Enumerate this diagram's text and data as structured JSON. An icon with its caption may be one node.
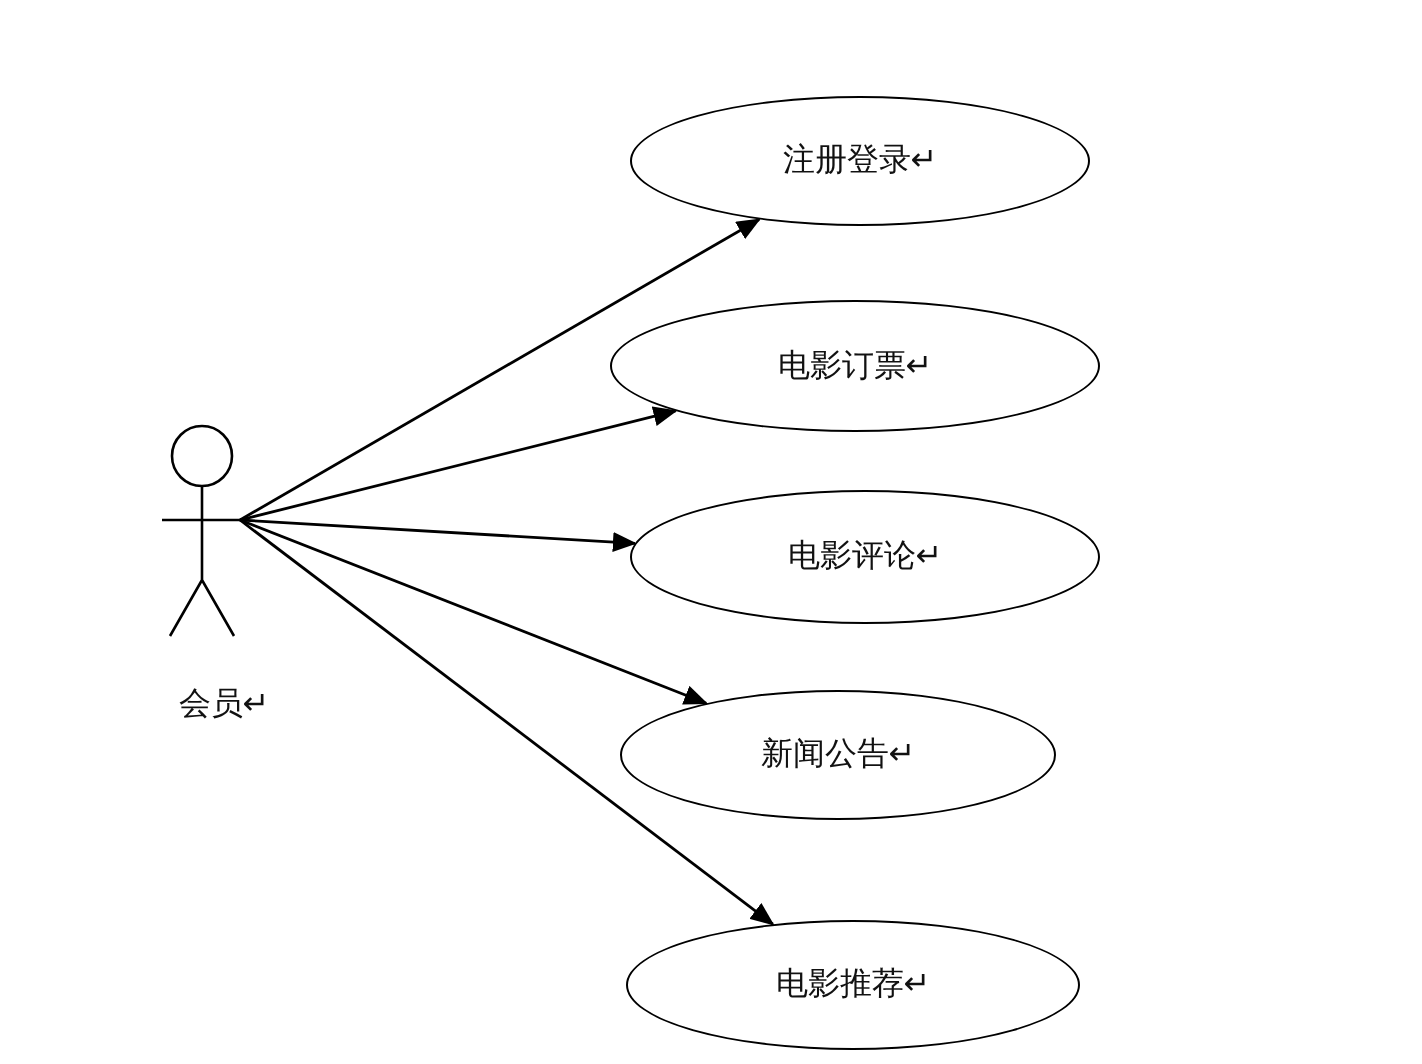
{
  "diagram": {
    "nodes": [
      {
        "text": [
          "会员↵"
        ]
      },
      {
        "text": [
          "注册登录↵"
        ]
      },
      {
        "text": [
          "电影订票↵"
        ]
      },
      {
        "text": [
          "电影评论↵"
        ]
      },
      {
        "text": [
          "新闻公告↵"
        ]
      },
      {
        "text": [
          "电影推荐↵"
        ]
      }
    ],
    "edges": [
      {
        "from": 0,
        "to": 1,
        "arrow": "to"
      },
      {
        "from": 0,
        "to": 2,
        "arrow": "to"
      },
      {
        "from": 0,
        "to": 3,
        "arrow": "to"
      },
      {
        "from": 0,
        "to": 4,
        "arrow": "to"
      },
      {
        "from": 0,
        "to": 5,
        "arrow": "to"
      }
    ]
  }
}
